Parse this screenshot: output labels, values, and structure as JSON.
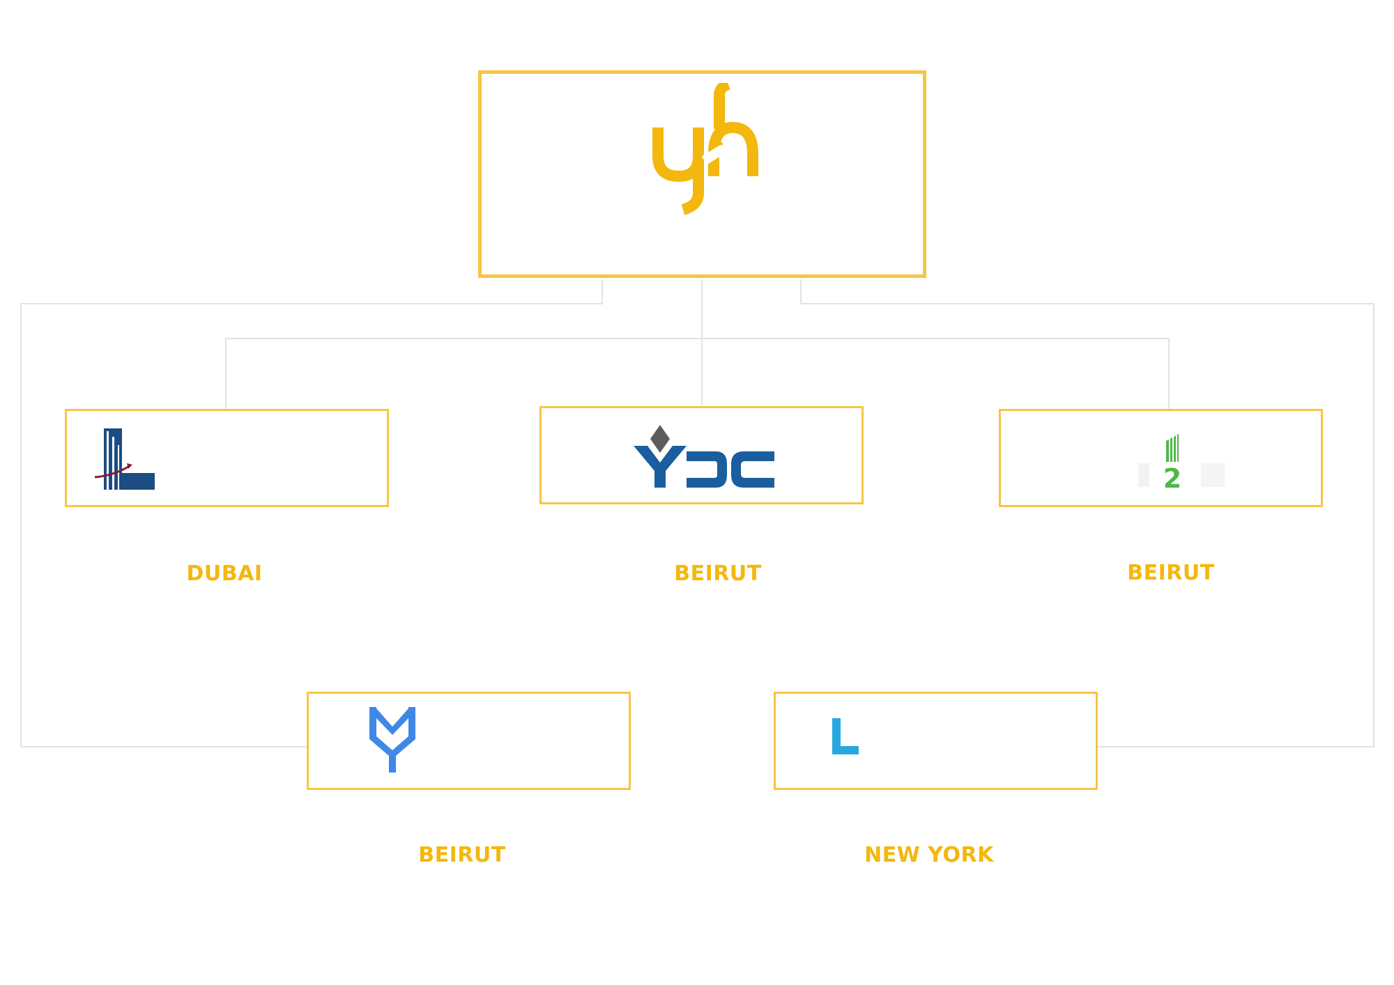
{
  "colors": {
    "box_border": "#f8c443",
    "connector": "#e2e2e2",
    "label": "#f4b70d",
    "parent_logo": "#f4b70d",
    "ydc_blue": "#1b5e9f",
    "ydc_diamond": "#5c5c5c",
    "l_dubai_blue": "#1c4c82",
    "l_dubai_swoosh": "#8a1b2a",
    "h2m_green": "#4db848",
    "y_blue": "#3f88e8",
    "l_newyork_blue": "#29a8e0"
  },
  "parent": {
    "logo_icon": "yh-monogram-icon"
  },
  "subsidiaries": [
    {
      "id": "l-dubai",
      "logo_icon": "l-tower-logo-icon",
      "city": "DUBAI"
    },
    {
      "id": "ydc",
      "logo_icon": "ydc-logo-icon",
      "logo_text": "YDC",
      "city": "BEIRUT"
    },
    {
      "id": "h2m",
      "logo_icon": "h2m-logo-icon",
      "logo_text": "2",
      "city": "BEIRUT"
    },
    {
      "id": "y",
      "logo_icon": "y-monogram-logo-icon",
      "city": "BEIRUT"
    },
    {
      "id": "l-newyork",
      "logo_icon": "l-letter-logo-icon",
      "city": "NEW YORK"
    }
  ]
}
